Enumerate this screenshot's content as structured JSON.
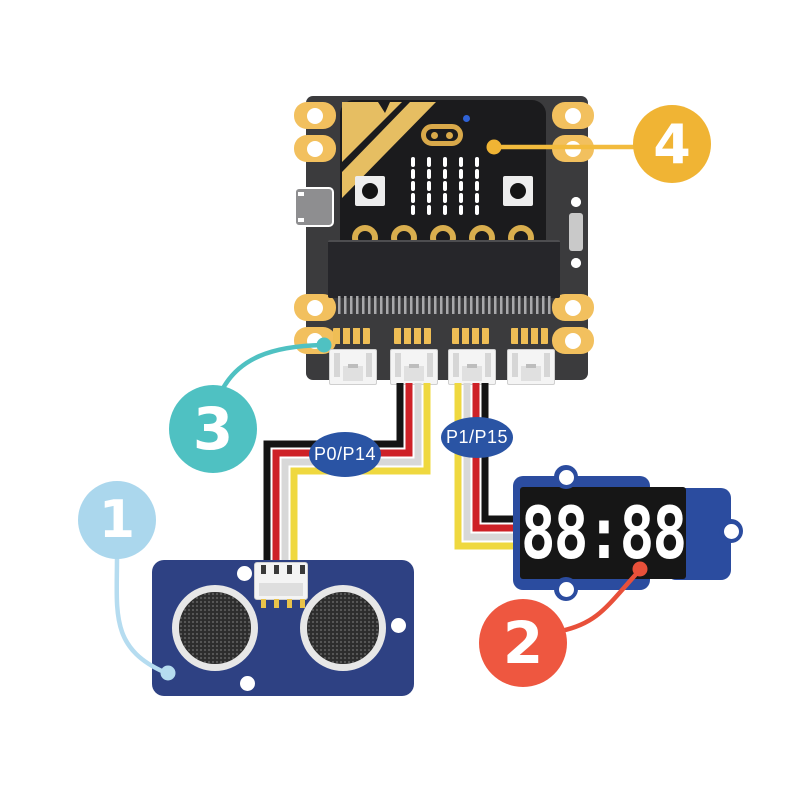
{
  "callouts": [
    {
      "number": "1",
      "color": "#ABD7ED",
      "points_to": "ultrasonic-sensor"
    },
    {
      "number": "2",
      "color": "#EE5740",
      "points_to": "display-module"
    },
    {
      "number": "3",
      "color": "#4FC1C2",
      "points_to": "breakout-board"
    },
    {
      "number": "4",
      "color": "#F0B434",
      "points_to": "microbit"
    }
  ],
  "wire_labels": [
    {
      "text": "P0/P14",
      "bg": "#2A54A4"
    },
    {
      "text": "P1/P15",
      "bg": "#2A54A4"
    }
  ],
  "display_module": {
    "screen_value": "88:88"
  },
  "colors": {
    "wire_black": "#141414",
    "wire_red": "#CE2127",
    "wire_white": "#D8D8D8",
    "wire_yellow": "#EFD83F",
    "sensor_board": "#2E4183",
    "display_board": "#2B4C9F",
    "breakout_board": "#3B3B3D",
    "microbit_board": "#1B1B1D",
    "gold_accent": "#F2C05E"
  }
}
